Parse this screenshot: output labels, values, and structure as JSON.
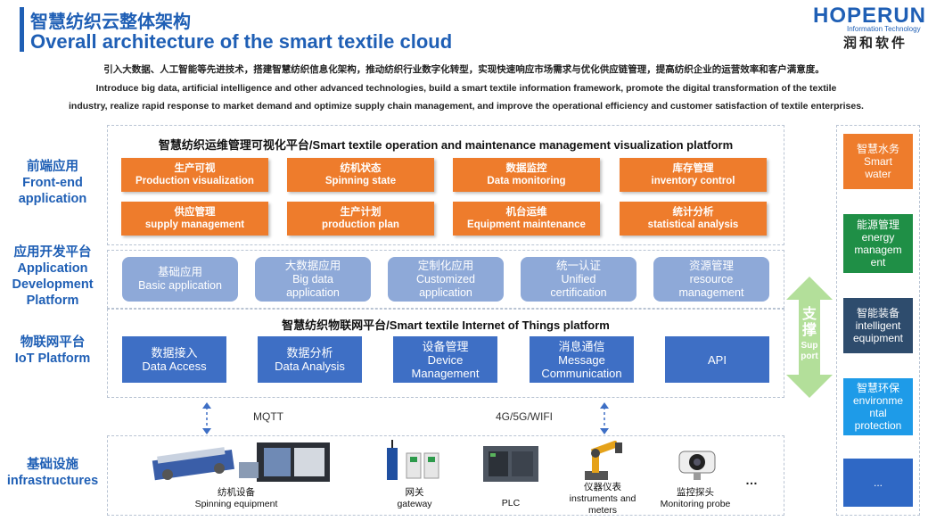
{
  "header": {
    "title_cn": "智慧纺织云整体架构",
    "title_en": "Overall architecture of the smart textile cloud",
    "logo_text": "HOPERUN",
    "logo_sub": "Information Technology",
    "logo_cn": "润和软件"
  },
  "intro": {
    "cn": "引入大数据、人工智能等先进技术，搭建智慧纺织信息化架构，推动纺织行业数字化转型，实现快速响应市场需求与优化供应链管理，提高纺织企业的运营效率和客户满意度。",
    "en_line1": "Introduce big data, artificial intelligence and other advanced technologies, build a smart textile information framework, promote the digital transformation of the textile",
    "en_line2": "industry, realize rapid response to market demand and optimize supply chain management, and improve the operational efficiency and customer satisfaction of textile enterprises."
  },
  "rows": {
    "frontend": {
      "cn": "前端应用",
      "en1": "Front-end",
      "en2": "application"
    },
    "appdev": {
      "cn": "应用开发平台",
      "en1": "Application",
      "en2": "Development",
      "en3": "Platform"
    },
    "iot": {
      "cn": "物联网平台",
      "en1": "IoT Platform"
    },
    "infra": {
      "cn": "基础设施",
      "en1": "infrastructures"
    }
  },
  "frontend_section": {
    "title": "智慧纺织运维管理可视化平台/Smart textile operation and maintenance management visualization platform",
    "items": [
      {
        "cn": "生产可视",
        "en": "Production visualization"
      },
      {
        "cn": "纺机状态",
        "en": "Spinning state"
      },
      {
        "cn": "数据监控",
        "en": "Data monitoring"
      },
      {
        "cn": "库存管理",
        "en": "inventory control"
      },
      {
        "cn": "供应管理",
        "en": "supply management"
      },
      {
        "cn": "生产计划",
        "en": "production plan"
      },
      {
        "cn": "机台运维",
        "en": "Equipment maintenance"
      },
      {
        "cn": "统计分析",
        "en": "statistical analysis"
      }
    ]
  },
  "appdev_section": {
    "items": [
      {
        "cn": "基础应用",
        "en1": "Basic application",
        "en2": ""
      },
      {
        "cn": "大数据应用",
        "en1": "Big data",
        "en2": "application"
      },
      {
        "cn": "定制化应用",
        "en1": "Customized",
        "en2": "application"
      },
      {
        "cn": "统一认证",
        "en1": "Unified",
        "en2": "certification"
      },
      {
        "cn": "资源管理",
        "en1": "resource",
        "en2": "management"
      }
    ]
  },
  "iot_section": {
    "title": "智慧纺织物联网平台/Smart textile Internet of Things platform",
    "items": [
      {
        "cn": "数据接入",
        "en1": "Data Access",
        "en2": ""
      },
      {
        "cn": "数据分析",
        "en1": "Data Analysis",
        "en2": ""
      },
      {
        "cn": "设备管理",
        "en1": "Device",
        "en2": "Management"
      },
      {
        "cn": "消息通信",
        "en1": "Message",
        "en2": "Communication"
      },
      {
        "cn": "",
        "en1": "API",
        "en2": ""
      }
    ]
  },
  "protocols": {
    "left": "MQTT",
    "right": "4G/5G/WIFI"
  },
  "devices": [
    {
      "cn": "纺机设备",
      "en": "Spinning equipment"
    },
    {
      "cn": "网关",
      "en": "gateway"
    },
    {
      "cn": "",
      "en": "PLC"
    },
    {
      "cn": "仪器仪表",
      "en": "instruments and",
      "en2": "meters"
    },
    {
      "cn": "监控探头",
      "en": "Monitoring probe"
    }
  ],
  "ellipsis": "…",
  "support": {
    "cn1": "支",
    "cn2": "撑",
    "en1": "Sup",
    "en2": "port"
  },
  "side_items": [
    {
      "cn": "智慧水务",
      "en1": "Smart",
      "en2": "water",
      "en3": "",
      "color": "#ee7c2c"
    },
    {
      "cn": "能源管理",
      "en1": "energy",
      "en2": "managem",
      "en3": "ent",
      "color": "#1f8f46"
    },
    {
      "cn": "智能装备",
      "en1": "intelligent",
      "en2": "equipment",
      "en3": "",
      "color": "#2e4c6d"
    },
    {
      "cn": "智慧环保",
      "en1": "environme",
      "en2": "ntal",
      "en3": "protection",
      "color": "#1e9be8"
    },
    {
      "cn": "",
      "en1": "...",
      "en2": "",
      "en3": "",
      "color": "#2f68c5"
    }
  ],
  "colors": {
    "brand_blue": "#1f5fb5",
    "orange": "#ee7c2c",
    "light_blue": "#8ea9d8",
    "mid_blue": "#3e6fc5",
    "support_green": "#b3df9a"
  }
}
